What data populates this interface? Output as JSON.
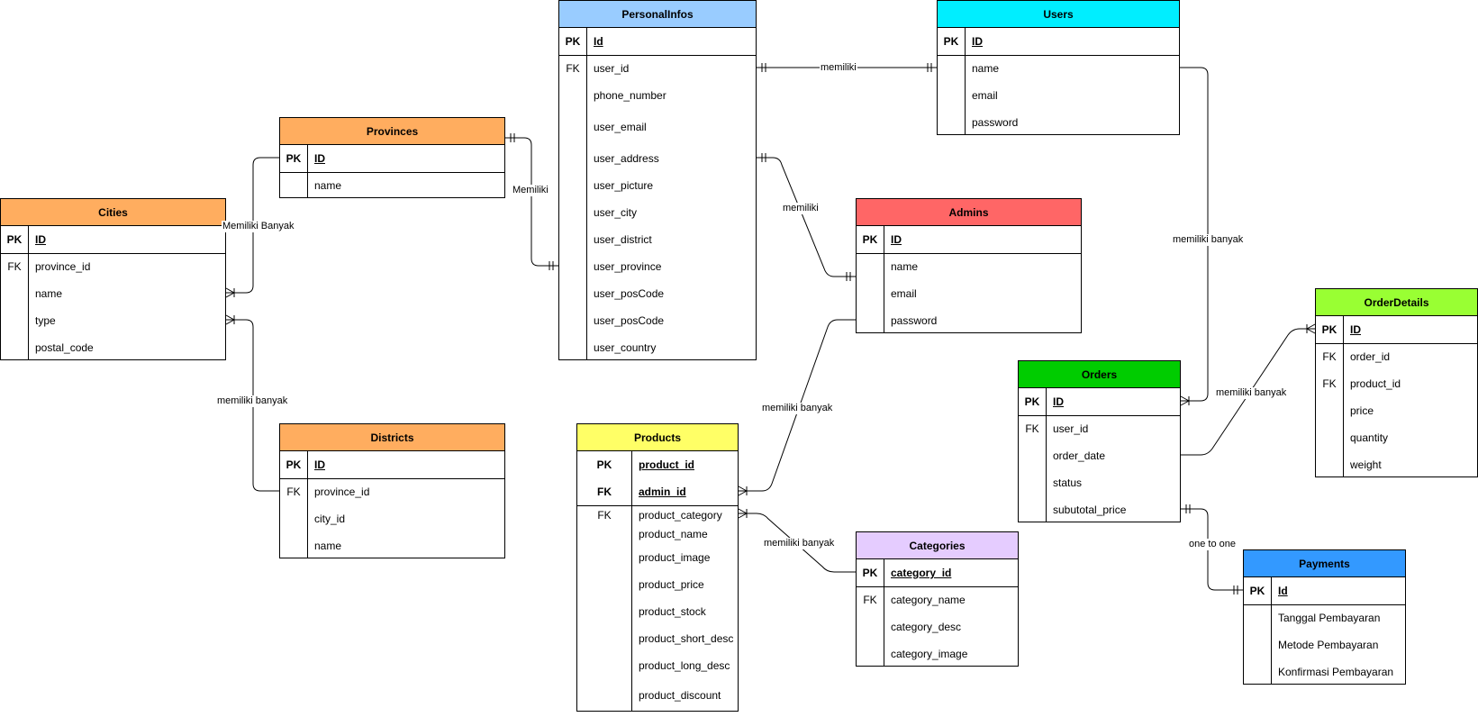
{
  "entities": [
    {
      "id": "personalinfos",
      "name": "PersonalInfos",
      "color": "#99ccff",
      "fields": [
        {
          "key": "PK",
          "name": "Id",
          "pk": true
        },
        {
          "key": "FK",
          "name": "user_id"
        },
        {
          "key": "",
          "name": "phone_number"
        },
        {
          "key": "",
          "name": "user_email"
        },
        {
          "key": "",
          "name": "user_address"
        },
        {
          "key": "",
          "name": "user_picture"
        },
        {
          "key": "",
          "name": "user_city"
        },
        {
          "key": "",
          "name": "user_district"
        },
        {
          "key": "",
          "name": "user_province"
        },
        {
          "key": "",
          "name": "user_posCode"
        },
        {
          "key": "",
          "name": "user_posCode"
        },
        {
          "key": "",
          "name": "user_country"
        }
      ]
    },
    {
      "id": "users",
      "name": "Users",
      "color": "#00eeff",
      "fields": [
        {
          "key": "PK",
          "name": "ID",
          "pk": true
        },
        {
          "key": "",
          "name": "name"
        },
        {
          "key": "",
          "name": "email"
        },
        {
          "key": "",
          "name": "password"
        }
      ]
    },
    {
      "id": "provinces",
      "name": "Provinces",
      "color": "#ffad5f",
      "fields": [
        {
          "key": "PK",
          "name": "ID",
          "pk": true
        },
        {
          "key": "",
          "name": "name"
        }
      ]
    },
    {
      "id": "cities",
      "name": "Cities",
      "color": "#ffad5f",
      "fields": [
        {
          "key": "PK",
          "name": "ID",
          "pk": true
        },
        {
          "key": "FK",
          "name": "province_id"
        },
        {
          "key": "",
          "name": "name"
        },
        {
          "key": "",
          "name": "type"
        },
        {
          "key": "",
          "name": "postal_code"
        }
      ]
    },
    {
      "id": "districts",
      "name": "Districts",
      "color": "#ffad5f",
      "fields": [
        {
          "key": "PK",
          "name": "ID",
          "pk": true
        },
        {
          "key": "FK",
          "name": "province_id"
        },
        {
          "key": "",
          "name": "city_id"
        },
        {
          "key": "",
          "name": "name"
        }
      ]
    },
    {
      "id": "admins",
      "name": "Admins",
      "color": "#ff6666",
      "fields": [
        {
          "key": "PK",
          "name": "ID",
          "pk": true
        },
        {
          "key": "",
          "name": "name"
        },
        {
          "key": "",
          "name": "email"
        },
        {
          "key": "",
          "name": "password"
        }
      ]
    },
    {
      "id": "products",
      "name": "Products",
      "color": "#ffff66",
      "fields": [
        {
          "key": "PK",
          "name": "product_id",
          "pk": true
        },
        {
          "key": "FK",
          "name": "admin_id",
          "pk": true
        },
        {
          "key": "FK",
          "name": "product_category"
        },
        {
          "key": "",
          "name": "product_name"
        },
        {
          "key": "",
          "name": "product_image"
        },
        {
          "key": "",
          "name": "product_price"
        },
        {
          "key": "",
          "name": "product_stock"
        },
        {
          "key": "",
          "name": "product_short_desc"
        },
        {
          "key": "",
          "name": "product_long_desc"
        },
        {
          "key": "",
          "name": "product_discount"
        }
      ]
    },
    {
      "id": "categories",
      "name": "Categories",
      "color": "#e5ccff",
      "fields": [
        {
          "key": "PK",
          "name": "category_id",
          "pk": true
        },
        {
          "key": "FK",
          "name": "category_name"
        },
        {
          "key": "",
          "name": "category_desc"
        },
        {
          "key": "",
          "name": "category_image"
        }
      ]
    },
    {
      "id": "orders",
      "name": "Orders",
      "color": "#00cc00",
      "fields": [
        {
          "key": "PK",
          "name": "ID",
          "pk": true
        },
        {
          "key": "FK",
          "name": "user_id"
        },
        {
          "key": "",
          "name": "order_date"
        },
        {
          "key": "",
          "name": "status"
        },
        {
          "key": "",
          "name": "subutotal_price"
        }
      ]
    },
    {
      "id": "orderdetails",
      "name": "OrderDetails",
      "color": "#99ff33",
      "fields": [
        {
          "key": "PK",
          "name": "ID",
          "pk": true
        },
        {
          "key": "FK",
          "name": "order_id"
        },
        {
          "key": "FK",
          "name": "product_id"
        },
        {
          "key": "",
          "name": "price"
        },
        {
          "key": "",
          "name": "quantity"
        },
        {
          "key": "",
          "name": "weight"
        }
      ]
    },
    {
      "id": "payments",
      "name": "Payments",
      "color": "#3399ff",
      "fields": [
        {
          "key": "PK",
          "name": "Id",
          "pk": true
        },
        {
          "key": "",
          "name": "Tanggal Pembayaran"
        },
        {
          "key": "",
          "name": "Metode Pembayaran"
        },
        {
          "key": "",
          "name": "Konfirmasi Pembayaran"
        }
      ]
    }
  ],
  "relationships": [
    {
      "id": "personalinfos-users",
      "label": "memiliki"
    },
    {
      "id": "provinces-personalinfos",
      "label": "Memiliki"
    },
    {
      "id": "provinces-cities",
      "label": "Memiliki Banyak"
    },
    {
      "id": "cities-districts",
      "label": "memiliki banyak"
    },
    {
      "id": "personalinfos-admins",
      "label": "memiliki"
    },
    {
      "id": "admins-products",
      "label": "memiliki banyak"
    },
    {
      "id": "products-categories",
      "label": "memiliki banyak"
    },
    {
      "id": "users-orders",
      "label": "memiliki banyak"
    },
    {
      "id": "orders-orderdetails",
      "label": "memiliki banyak"
    },
    {
      "id": "orders-payments",
      "label": "one to one"
    }
  ]
}
